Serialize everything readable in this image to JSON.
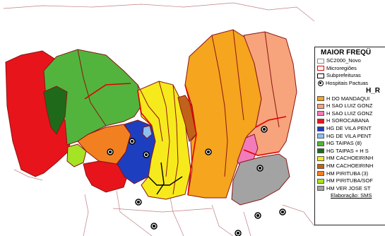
{
  "legend": {
    "title": "MAIOR FREQÜ",
    "base_items": [
      {
        "label": "SC2000_Novo",
        "style": "outline-thin"
      },
      {
        "label": "Microregiões",
        "style": "outline-red"
      },
      {
        "label": "Subprefeituras",
        "style": "outline-black"
      },
      {
        "label": "Hospitais Pactuas",
        "style": "hospital"
      }
    ],
    "section": "H_R",
    "hospitals": [
      {
        "label": "H DO MANDAQUI",
        "color": "#f5a51e"
      },
      {
        "label": "H SAO LUIZ GONZ",
        "color": "#f7a37b"
      },
      {
        "label": "H SAO LUIZ GONZ",
        "color": "#f27cb9"
      },
      {
        "label": "H SOROCABANA",
        "color": "#e8141b"
      },
      {
        "label": "HG DE VILA PENT",
        "color": "#1d3fbf"
      },
      {
        "label": "HG DE VILA PENT",
        "color": "#8fbef2"
      },
      {
        "label": "HG TAIPAS (8)",
        "color": "#52b43c"
      },
      {
        "label": "HG TAIPAS + H S",
        "color": "#1e6a1a"
      },
      {
        "label": "HM CACHOEIRINH",
        "color": "#f7ea1c"
      },
      {
        "label": "HM CACHOEIRINH",
        "color": "#c0621a"
      },
      {
        "label": "HM PIRITUBA (3)",
        "color": "#f28020"
      },
      {
        "label": "HM PIRITUBA/SOF",
        "color": "#a5e424"
      },
      {
        "label": "HM VER JOSE ST",
        "color": "#a3a3a3"
      }
    ],
    "footer": "Elaboração: SMS"
  },
  "colors": {
    "border": "#8a1515",
    "road": "#b06060",
    "hospital_marker": "#000000"
  }
}
